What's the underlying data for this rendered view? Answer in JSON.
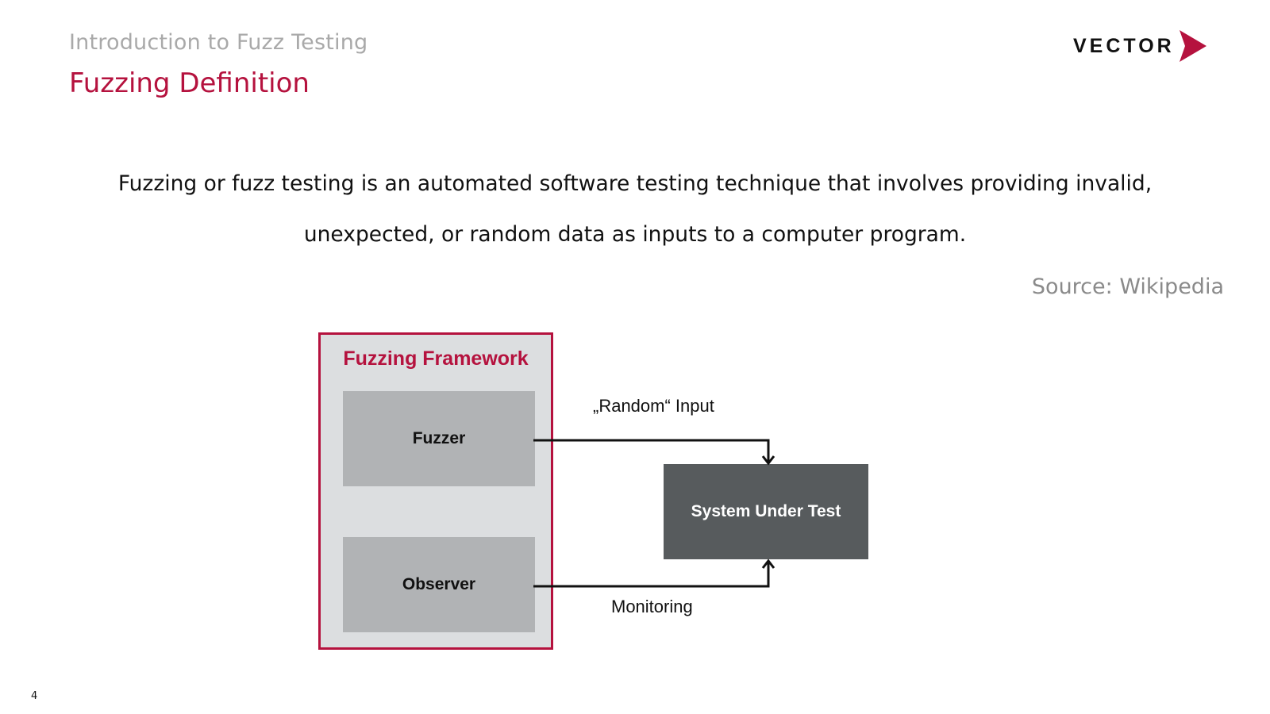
{
  "header": {
    "breadcrumb": "Introduction to Fuzz Testing",
    "title": "Fuzzing Definition",
    "logo_text": "VECTOR",
    "logo_icon": "chevron-right-icon"
  },
  "definition": {
    "line1": "Fuzzing or fuzz testing is an automated software testing technique that involves providing invalid,",
    "line2": "unexpected, or random data as inputs to a computer program."
  },
  "source": "Source: Wikipedia",
  "diagram": {
    "framework_title": "Fuzzing Framework",
    "fuzzer": "Fuzzer",
    "observer": "Observer",
    "system_under_test": "System Under Test",
    "input_label": "„Random“ Input",
    "monitoring_label": "Monitoring"
  },
  "footer": {
    "page_number": "4"
  },
  "colors": {
    "accent": "#b5123e",
    "breadcrumb": "#a9a9a9",
    "framework_bg": "#dcdee0",
    "component_bg": "#b1b3b5",
    "sut_bg": "#575b5d"
  }
}
